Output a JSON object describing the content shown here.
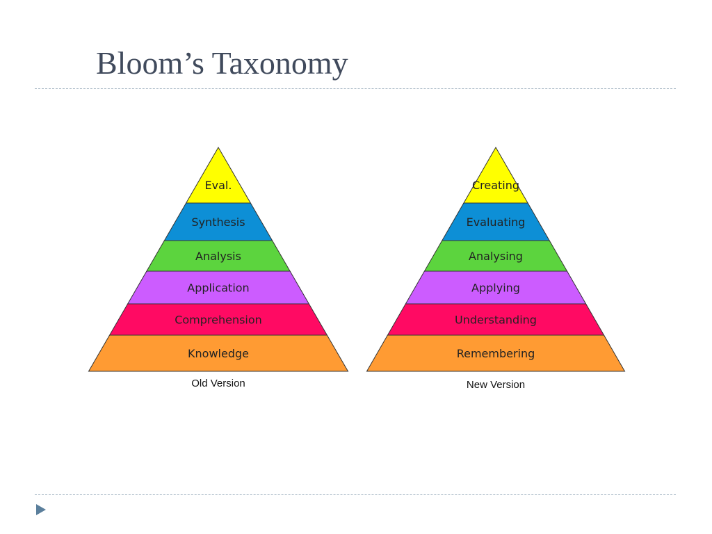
{
  "title": "Bloom’s Taxonomy",
  "bullet_color": "#5b7f9c",
  "title_color": "#404a5c",
  "pyramids": [
    {
      "caption": "Old Version",
      "layers": [
        {
          "label": "Eval.",
          "color": "#ffff00"
        },
        {
          "label": "Synthesis",
          "color": "#0d8fd6"
        },
        {
          "label": "Analysis",
          "color": "#5cd43e"
        },
        {
          "label": "Application",
          "color": "#cc5cff"
        },
        {
          "label": "Comprehension",
          "color": "#ff0a63"
        },
        {
          "label": "Knowledge",
          "color": "#ff9b33"
        }
      ]
    },
    {
      "caption": "New Version",
      "layers": [
        {
          "label": "Creating",
          "color": "#ffff00"
        },
        {
          "label": "Evaluating",
          "color": "#0d8fd6"
        },
        {
          "label": "Analysing",
          "color": "#5cd43e"
        },
        {
          "label": "Applying",
          "color": "#cc5cff"
        },
        {
          "label": "Understanding",
          "color": "#ff0a63"
        },
        {
          "label": "Remembering",
          "color": "#ff9b33"
        }
      ]
    }
  ]
}
